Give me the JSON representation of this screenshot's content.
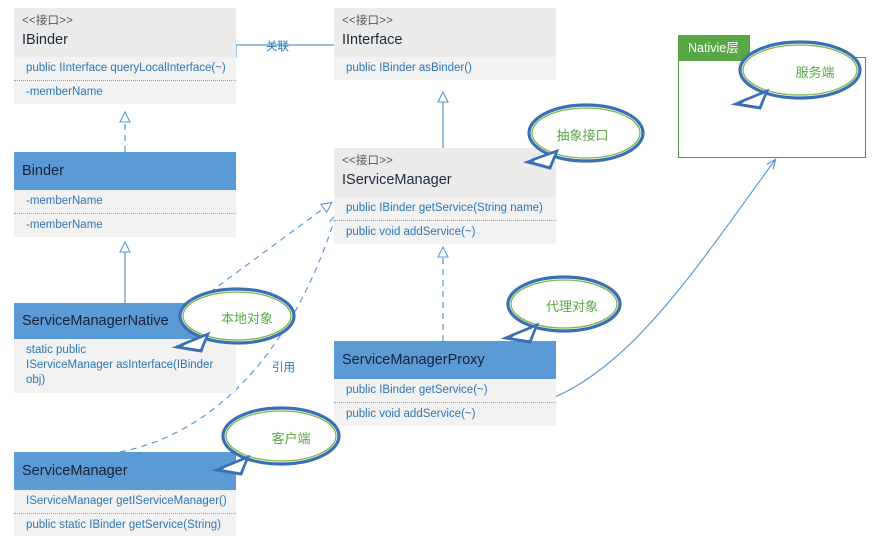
{
  "diagram": {
    "title": "Android Binder / ServiceManager UML class diagram",
    "colors": {
      "class_header_blue": "#5b9bd5",
      "interface_header_grey": "#ebebeb",
      "body_grey": "#f2f2f2",
      "member_text_blue": "#2e75b6",
      "callout_green": "#5aa845",
      "callout_outline_blue": "#3a6fb5",
      "native_border_green": "#4f9a3e",
      "connector_blue": "#5b9bd5"
    },
    "stereotype": "<<接口>>",
    "classes": [
      {
        "id": "ibinder",
        "name": "IBinder",
        "kind": "interface",
        "stereotype": "<<接口>>",
        "members": [
          "public IInterface queryLocalInterface(~)",
          "-memberName"
        ]
      },
      {
        "id": "iinterface",
        "name": "IInterface",
        "kind": "interface",
        "stereotype": "<<接口>>",
        "members": [
          "public IBinder asBinder()"
        ]
      },
      {
        "id": "binder",
        "name": "Binder",
        "kind": "class",
        "stereotype": "",
        "members": [
          "-memberName",
          "-memberName"
        ]
      },
      {
        "id": "iservicemanager",
        "name": "IServiceManager",
        "kind": "interface",
        "stereotype": "<<接口>>",
        "members": [
          "public IBinder getService(String name)",
          "public void addService(~)"
        ]
      },
      {
        "id": "servicemanagernative",
        "name": "ServiceManagerNative",
        "kind": "class",
        "stereotype": "",
        "members": [
          "static public\nIServiceManager asInterface(IBinder obj)"
        ]
      },
      {
        "id": "servicemanagerproxy",
        "name": "ServiceManagerProxy",
        "kind": "class",
        "stereotype": "",
        "members": [
          "public IBinder getService(~)",
          "public void addService(~)"
        ]
      },
      {
        "id": "servicemanager",
        "name": "ServiceManager",
        "kind": "class",
        "stereotype": "",
        "members": [
          "IServiceManager getIServiceManager()",
          "public static IBinder getService(String)"
        ]
      }
    ],
    "native_layer": {
      "label": "Nativie层"
    },
    "callouts": [
      {
        "id": "abstract-interface",
        "text": "抽象接口"
      },
      {
        "id": "server",
        "text": "服务端"
      },
      {
        "id": "local-object",
        "text": "本地对象"
      },
      {
        "id": "proxy-object",
        "text": "代理对象"
      },
      {
        "id": "client",
        "text": "客户端"
      }
    ],
    "edge_labels": [
      {
        "id": "association",
        "text": "关联"
      },
      {
        "id": "reference",
        "text": "引用"
      }
    ]
  }
}
